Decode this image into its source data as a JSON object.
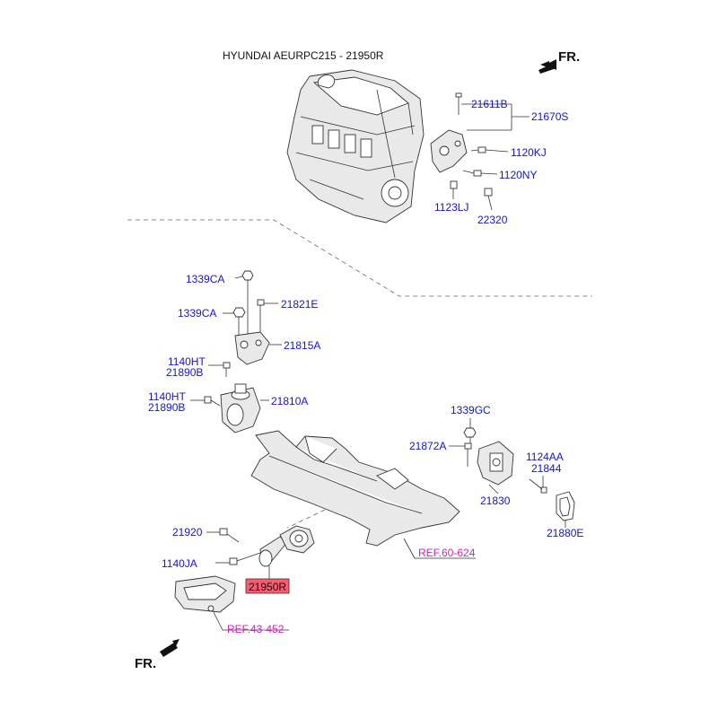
{
  "title": "HYUNDAI AEURPC215 - 21950R",
  "fr_top": "FR.",
  "fr_bottom": "FR.",
  "colors": {
    "label": "#1414c8",
    "ref": "#d020c0",
    "highlight_fill": "#ff5a6e",
    "line": "#333333"
  },
  "icons": [
    "front-arrow-icon",
    "engine-block-icon",
    "mount-bracket-icon",
    "bolt-icon",
    "nut-icon",
    "subframe-icon",
    "roll-rod-icon",
    "transmission-mount-icon",
    "washer-plate-icon"
  ],
  "labels": {
    "l21611b": "21611B",
    "l21670s": "21670S",
    "l1120kj": "1120KJ",
    "l1120ny": "1120NY",
    "l1123lj": "1123LJ",
    "l22320": "22320",
    "l1339ca_a": "1339CA",
    "l21821e": "21821E",
    "l1339ca_b": "1339CA",
    "l21815a": "21815A",
    "l1140ht_a": "1140HT",
    "l21890b_a": "21890B",
    "l1140ht_b": "1140HT",
    "l21890b_b": "21890B",
    "l21810a": "21810A",
    "l1339gc": "1339GC",
    "l21872a": "21872A",
    "l1124aa": "1124AA",
    "l21844": "21844",
    "l21830": "21830",
    "l21880e": "21880E",
    "l21920": "21920",
    "l1140ja": "1140JA",
    "l21950r": "21950R",
    "ref60624": "REF.60-624",
    "ref43452": "REF.43-452"
  }
}
